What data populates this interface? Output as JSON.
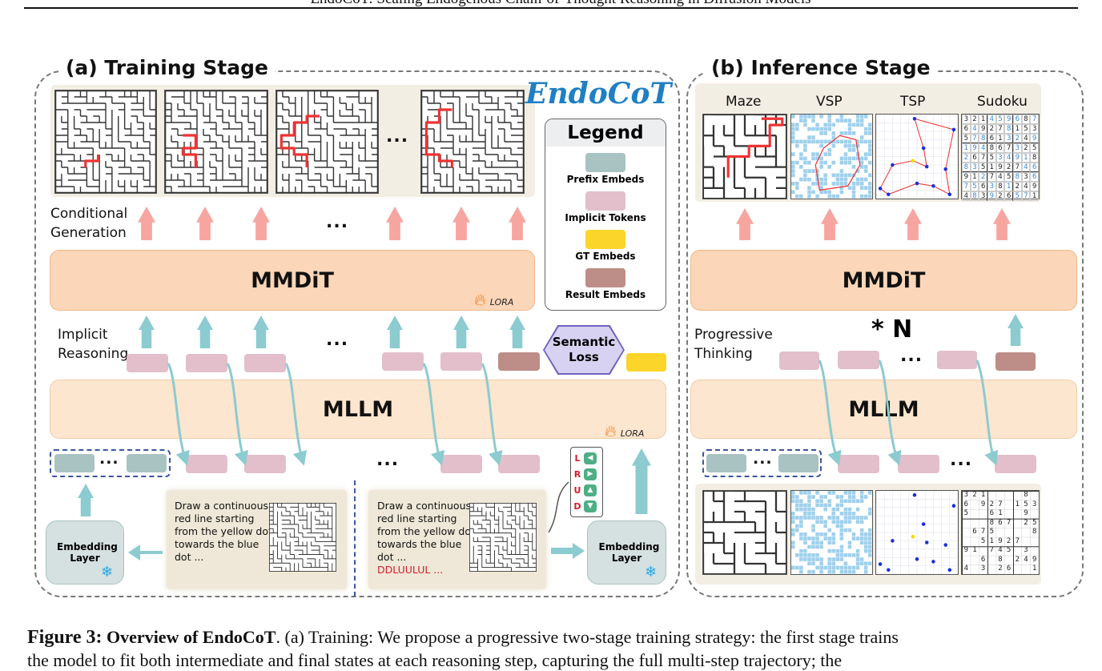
{
  "running_header": "EndoCoT: Scaling Endogenous Chain-of-Thought Reasoning in Diffusion Models",
  "figure": {
    "logo_text": "EndoCoT",
    "training": {
      "title": "(a) Training Stage",
      "conditional_generation": "Conditional Generation",
      "implicit_reasoning": "Implicit Reasoning",
      "mmdit": "MMDiT",
      "mllm": "MLLM",
      "lora": "LORA",
      "ellipsis": "...",
      "semantic_loss": "Semantic Loss",
      "embedding_layer": "Embedding Layer",
      "prompt_text": "Draw a continuous red line starting from the yellow dot towards the blue dot ...",
      "prompt_answer": "DDLUULUL ...",
      "directions": [
        {
          "letter": "L",
          "icon": "arrow-left"
        },
        {
          "letter": "R",
          "icon": "arrow-right"
        },
        {
          "letter": "U",
          "icon": "arrow-up"
        },
        {
          "letter": "D",
          "icon": "arrow-down"
        }
      ]
    },
    "legend": {
      "title": "Legend",
      "items": [
        {
          "label": "Prefix Embeds",
          "color": "#a9c3c2"
        },
        {
          "label": "Implicit Tokens",
          "color": "#e2bfcb"
        },
        {
          "label": "GT Embeds",
          "color": "#fcd52a"
        },
        {
          "label": "Result Embeds",
          "color": "#bd8d87"
        }
      ]
    },
    "inference": {
      "title": "(b) Inference Stage",
      "tasks": [
        "Maze",
        "VSP",
        "TSP",
        "Sudoku"
      ],
      "mmdit": "MMDiT",
      "mllm": "MLLM",
      "progressive_thinking": "Progressive Thinking",
      "repeat": "* N",
      "ellipsis": "...",
      "sudoku_solution": [
        "321459687",
        "649278153",
        "578613249",
        "194867325",
        "267534918",
        "835192746",
        "912745836",
        "756381249",
        "483926571"
      ],
      "sudoku_puzzle": [
        "321    8 ",
        "6 927 153",
        "5  61  9 ",
        "   867 25",
        " 675    8",
        "  51927  ",
        "91 745 3 ",
        "  6 8 249",
        "4 3 26  1"
      ]
    }
  },
  "caption": {
    "label": "Figure 3:",
    "title": "Overview of EndoCoT",
    "line1": ". (a) Training: We propose a progressive two-stage training strategy: the first stage trains",
    "line2": "the model to fit both intermediate and final states at each reasoning step, capturing the full multi-step trajectory; the"
  },
  "colors": {
    "pink_arrow": "#f7a5a0",
    "teal_arrow": "#8ccbd0",
    "mmdit": "#fbd6b8",
    "mllm": "#fce6cf",
    "accent_red": "#d0202a"
  }
}
